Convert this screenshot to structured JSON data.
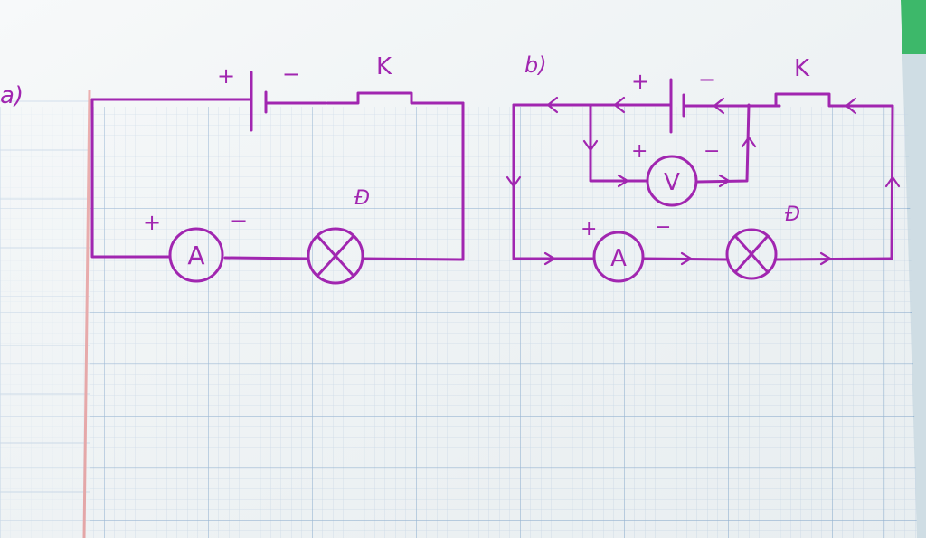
{
  "colors": {
    "ink": "#a126b0",
    "paper": "#f3f6f7",
    "grid_major": "#7ea3c9",
    "grid_minor": "#c6d5e6",
    "margin_line": "#e58a8a"
  },
  "circuit_a": {
    "label": "a)",
    "battery_plus": "+",
    "battery_minus": "−",
    "switch_label": "K",
    "ammeter_symbol": "A",
    "ammeter_plus": "+",
    "ammeter_minus": "−",
    "lamp_label": "Đ"
  },
  "circuit_b": {
    "label": "b)",
    "battery_plus": "+",
    "battery_minus": "−",
    "switch_label": "K",
    "voltmeter_symbol": "V",
    "voltmeter_plus": "+",
    "voltmeter_minus": "−",
    "ammeter_symbol": "A",
    "ammeter_plus": "+",
    "ammeter_minus": "−",
    "lamp_label": "Đ"
  }
}
